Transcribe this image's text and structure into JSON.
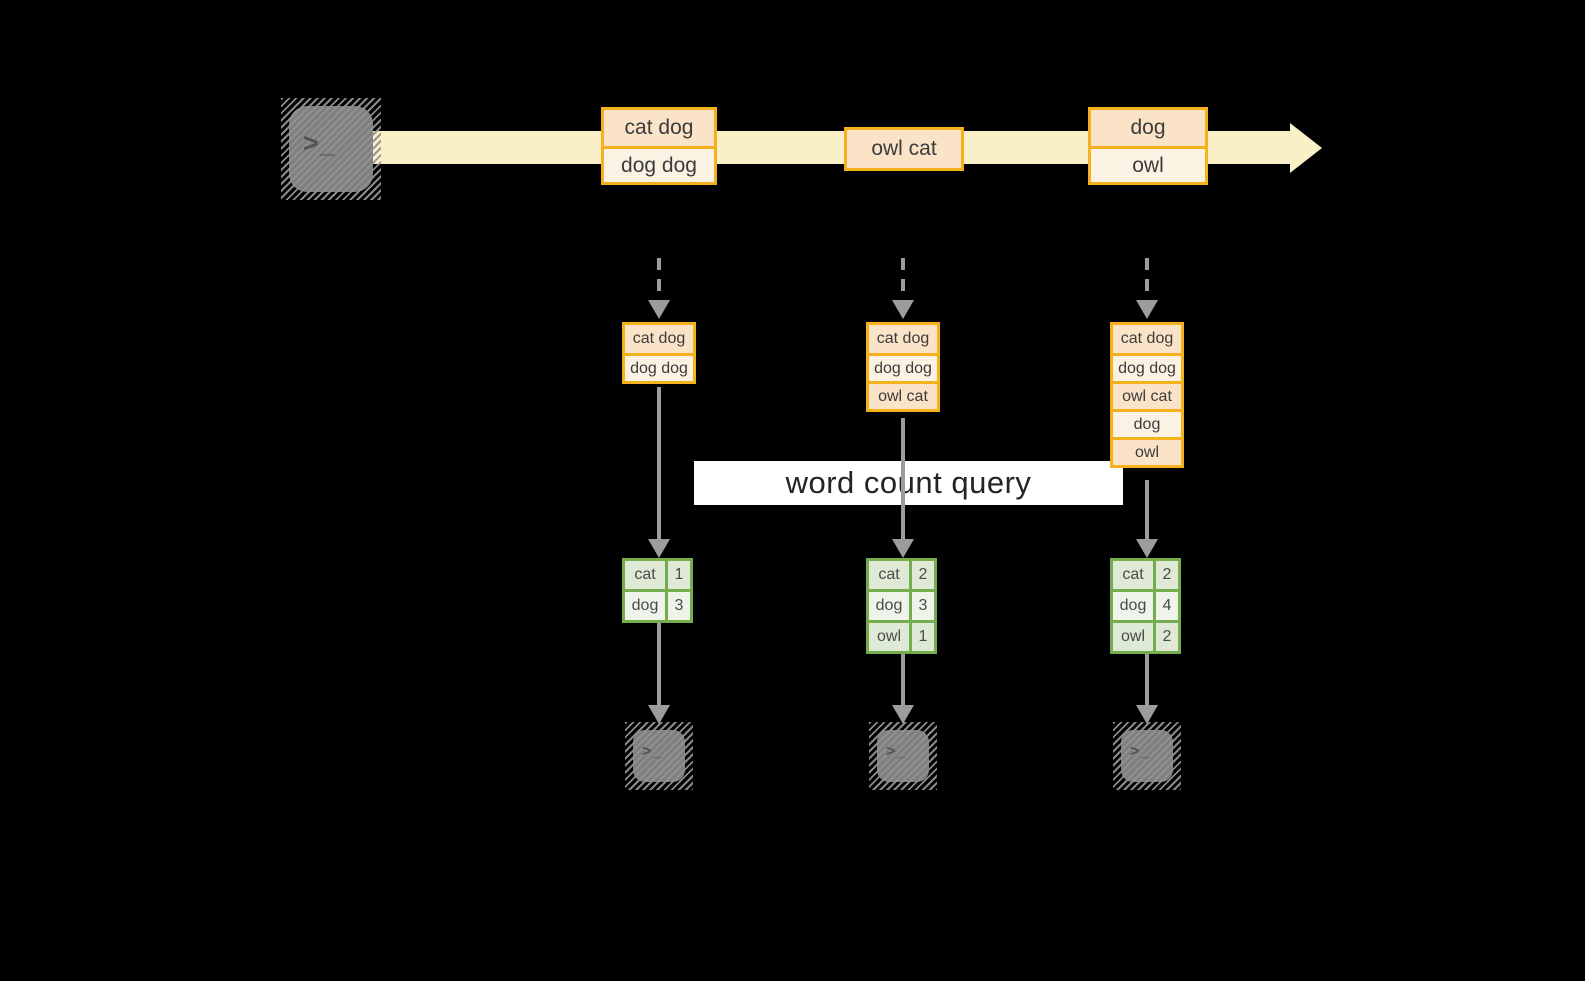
{
  "query_label": "word count query",
  "icons": {
    "terminal_glyph": ">_"
  },
  "colors": {
    "background": "#000000",
    "stream-band": "#FAF0C8",
    "orange-border": "#F4B11D",
    "peach-fill": "#FAE3C7",
    "cream-fill": "#FCF2E4",
    "green-border": "#74AC4E",
    "green-row-a": "#DEEAD5",
    "green-row-b": "#EEF4EA",
    "arrow-gray": "#9C9C9C",
    "terminal-gray": "#7F7F7F",
    "text-dark": "#3C3C3C"
  },
  "stream": {
    "batches": [
      {
        "items": [
          "cat dog",
          "dog dog"
        ]
      },
      {
        "items": [
          "owl cat"
        ]
      },
      {
        "items": [
          "dog",
          "owl"
        ]
      }
    ]
  },
  "pipelines": [
    {
      "buffer": [
        "cat dog",
        "dog dog"
      ],
      "counts": [
        {
          "word": "cat",
          "count": "1"
        },
        {
          "word": "dog",
          "count": "3"
        }
      ]
    },
    {
      "buffer": [
        "cat dog",
        "dog dog",
        "owl cat"
      ],
      "counts": [
        {
          "word": "cat",
          "count": "2"
        },
        {
          "word": "dog",
          "count": "3"
        },
        {
          "word": "owl",
          "count": "1"
        }
      ]
    },
    {
      "buffer": [
        "cat dog",
        "dog dog",
        "owl cat",
        "dog",
        "owl"
      ],
      "counts": [
        {
          "word": "cat",
          "count": "2"
        },
        {
          "word": "dog",
          "count": "4"
        },
        {
          "word": "owl",
          "count": "2"
        }
      ]
    }
  ]
}
